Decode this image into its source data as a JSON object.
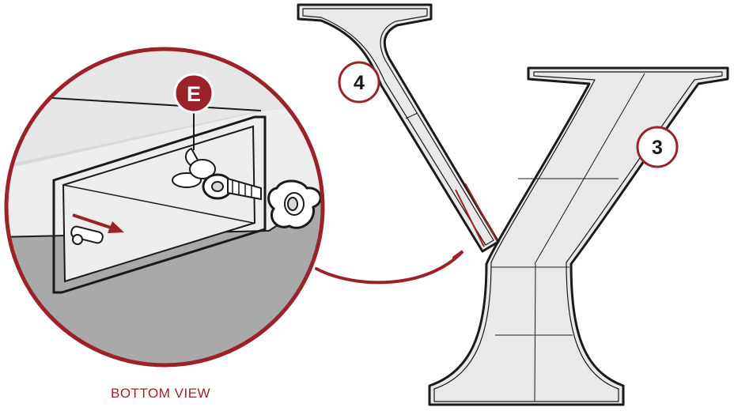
{
  "caption": {
    "text": "BOTTOM VIEW"
  },
  "callouts": {
    "hardware": "E",
    "part_left": "4",
    "part_right": "3"
  },
  "colors": {
    "accent": "#9b2228",
    "leg_fill": "#e9e9e9",
    "detail_bg": "#d8d8d8",
    "detail_dark": "#a9a9a9",
    "outline": "#1a1a1a"
  },
  "icons": [
    "magnifier-callout",
    "wing-nut",
    "washer",
    "bolt",
    "direction-arrow"
  ]
}
